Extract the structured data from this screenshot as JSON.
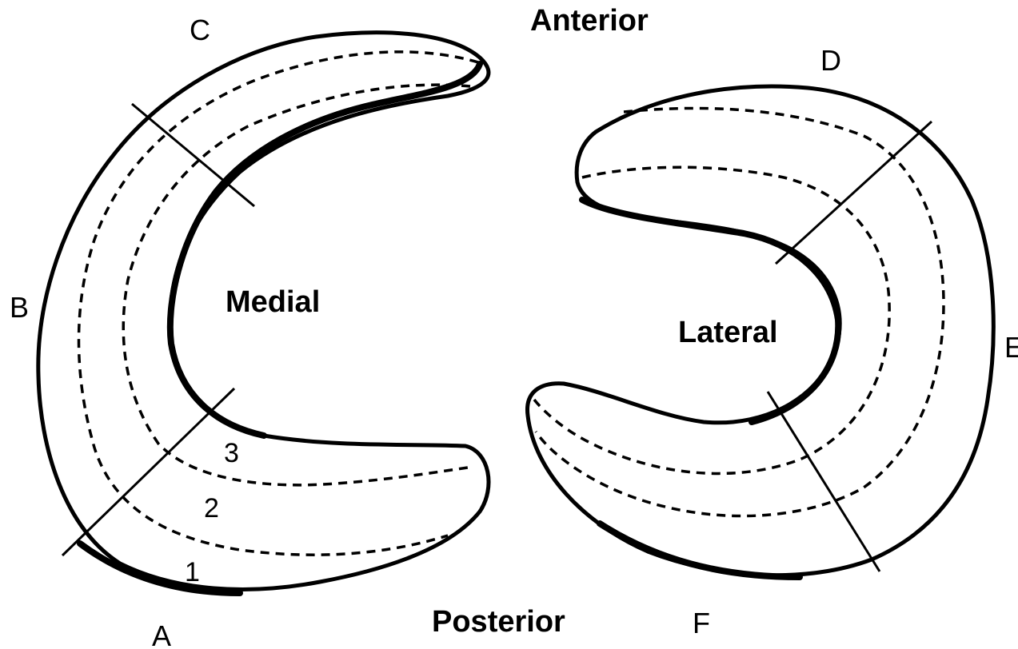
{
  "orientation": {
    "anterior": "Anterior",
    "posterior": "Posterior"
  },
  "medial_meniscus": {
    "label": "Medial",
    "sections": {
      "a": "A",
      "b": "B",
      "c": "C"
    },
    "zones": {
      "zone1": "1",
      "zone2": "2",
      "zone3": "3"
    }
  },
  "lateral_meniscus": {
    "label": "Lateral",
    "sections": {
      "d": "D",
      "e": "E",
      "f": "F"
    }
  },
  "colors": {
    "line": "#000000",
    "background": "#ffffff"
  }
}
